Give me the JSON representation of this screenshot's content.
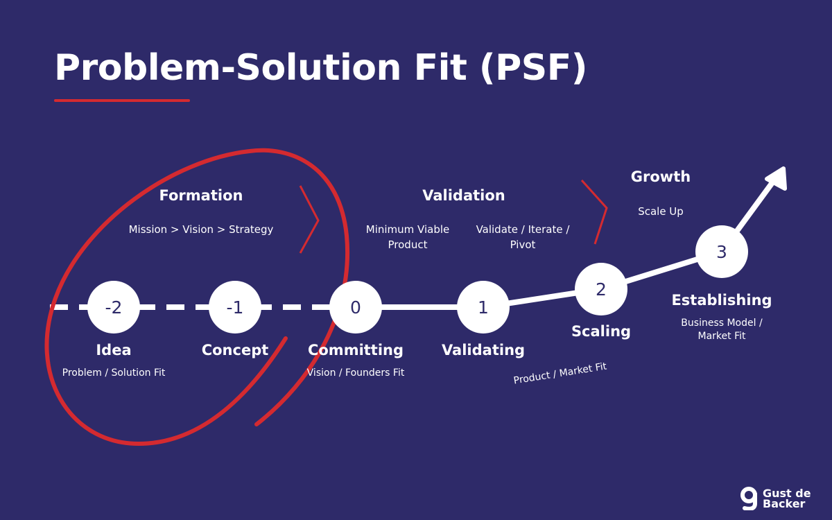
{
  "title": "Problem-Solution Fit (PSF)",
  "colors": {
    "background": "#2e2a69",
    "accent": "#d42a30",
    "line": "#ffffff",
    "node_fill": "#ffffff",
    "node_text": "#2e2a69"
  },
  "phases": {
    "formation": {
      "title": "Formation",
      "subtitle": "Mission > Vision > Strategy"
    },
    "validation": {
      "title": "Validation",
      "sub_left": "Minimum Viable Product",
      "sub_right": "Validate / Iterate / Pivot"
    },
    "growth": {
      "title": "Growth",
      "subtitle": "Scale Up"
    }
  },
  "stages": [
    {
      "number": "-2",
      "label": "Idea",
      "detail": "Problem / Solution Fit"
    },
    {
      "number": "-1",
      "label": "Concept",
      "detail": ""
    },
    {
      "number": "0",
      "label": "Committing",
      "detail": "Vision / Founders Fit"
    },
    {
      "number": "1",
      "label": "Validating",
      "detail": ""
    },
    {
      "number": "2",
      "label": "Scaling",
      "detail": "Product / Market Fit"
    },
    {
      "number": "3",
      "label": "Establishing",
      "detail": "Business Model / Market Fit"
    }
  ],
  "logo": {
    "text": "Gust de Backer",
    "mark": "g-logo-icon"
  }
}
